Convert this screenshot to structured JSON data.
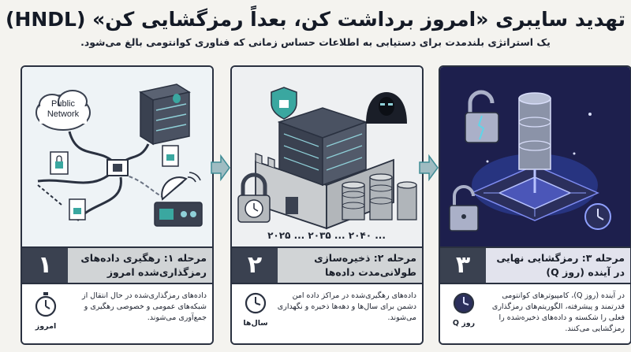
{
  "header": {
    "title": "تهدید سایبری «امروز برداشت کن، بعداً رمزگشایی کن» (HNDL)",
    "subtitle": "یک استراتژی بلندمدت برای دستیابی به اطلاعات حساس زمانی که فناوری کوانتومی بالغ می‌شود."
  },
  "panels": [
    {
      "number": "۱",
      "label": "مرحله ۱: رهگیری داده‌های رمزگذاری‌شده امروز",
      "description": "داده‌های رمزگذاری‌شده در حال انتقال از شبکه‌های عمومی و خصوصی رهگیری و جمع‌آوری می‌شوند.",
      "icon_label": "امروز",
      "icon": "stopwatch-icon",
      "art_text": "Public Network"
    },
    {
      "number": "۲",
      "label": "مرحله ۲: ذخیره‌سازی طولانی‌مدت داده‌ها",
      "description": "داده‌های رهگیری‌شده در مراکز داده امن دشمن برای سال‌ها و دهه‌ها ذخیره و نگهداری می‌شوند.",
      "icon_label": "سال‌ها",
      "icon": "clock-icon",
      "timeline": "۲۰۲۵ ... ۲۰۳۵ ... ۲۰۴۰ ..."
    },
    {
      "number": "۳",
      "label": "مرحله ۳: رمزگشایی نهایی در آینده (روز Q)",
      "description": "در آینده (روز Q)، کامپیوترهای کوانتومی قدرتمند و پیشرفته، الگوریتم‌های رمزگذاری فعلی را شکسته و داده‌های ذخیره‌شده را رمزگشایی می‌کنند.",
      "icon_label": "روز Q",
      "icon": "q-day-clock-icon"
    }
  ],
  "colors": {
    "frame": "#2a3140",
    "number_box": "#3a4150",
    "label_bar": "#d1d4d6",
    "quantum_bg": "#1d1f4d",
    "arrow": "#3f8c95"
  }
}
